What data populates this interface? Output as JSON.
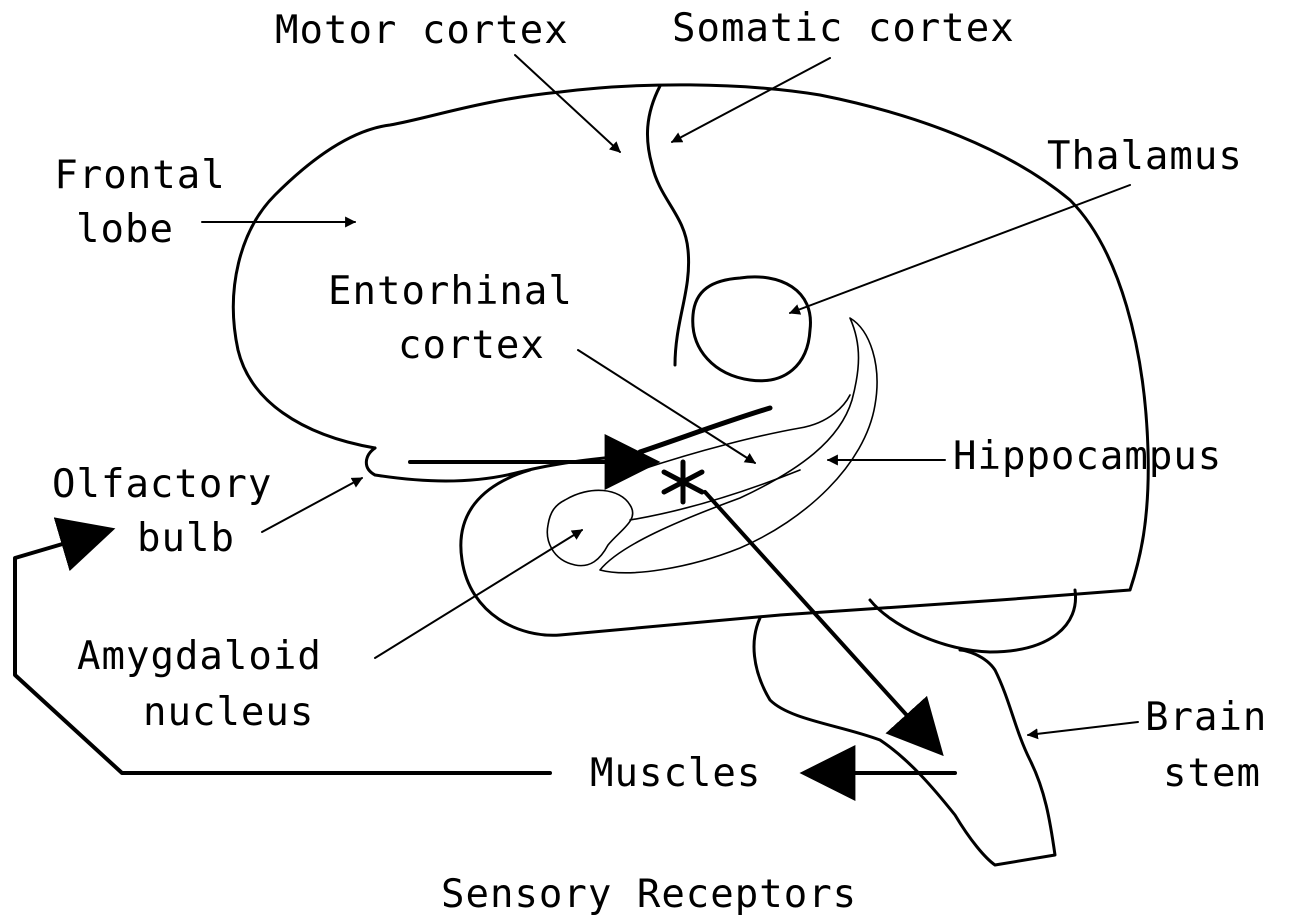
{
  "colors": {
    "ink": "#000000",
    "background": "#ffffff"
  },
  "labels": {
    "motor_cortex": "Motor cortex",
    "somatic_cortex": "Somatic cortex",
    "thalamus": "Thalamus",
    "frontal_lobe_line1": "Frontal",
    "frontal_lobe_line2": "lobe",
    "entorhinal_cortex_line1": "Entorhinal",
    "entorhinal_cortex_line2": "cortex",
    "hippocampus": "Hippocampus",
    "olfactory_bulb_line1": "Olfactory",
    "olfactory_bulb_line2": "bulb",
    "amygdaloid_nucleus_line1": "Amygdaloid",
    "amygdaloid_nucleus_line2": "nucleus",
    "brain_stem_line1": "Brain",
    "brain_stem_line2": "stem",
    "muscles": "Muscles",
    "sensory_receptors": "Sensory Receptors"
  }
}
